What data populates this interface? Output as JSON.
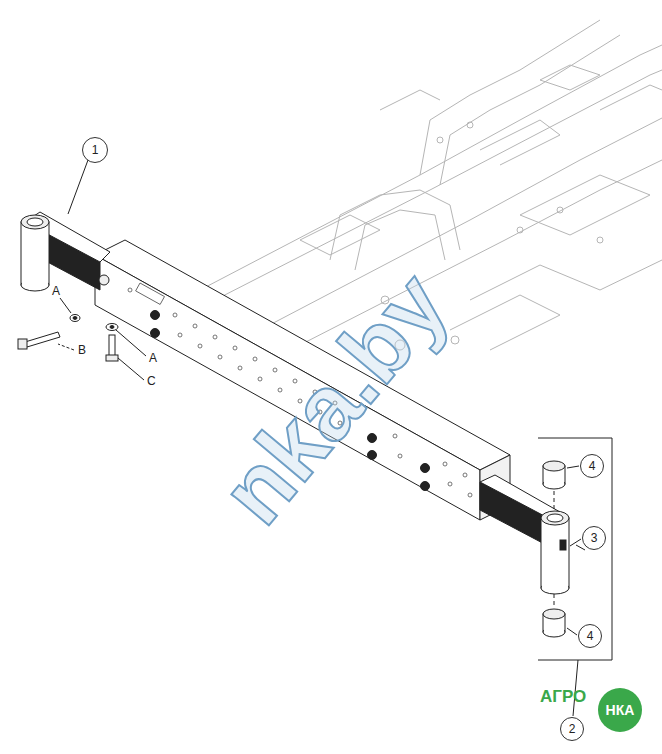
{
  "diagram": {
    "nodes": [
      {
        "text": [
          "1"
        ]
      },
      {
        "text": [
          "4"
        ]
      },
      {
        "text": [
          "3"
        ]
      },
      {
        "text": [
          "4"
        ]
      },
      {
        "text": [
          "2"
        ]
      },
      {
        "text": [
          "НКА"
        ]
      }
    ],
    "labels": [
      "A",
      "B",
      "A",
      "C",
      "nka.by",
      "АГРО"
    ]
  }
}
